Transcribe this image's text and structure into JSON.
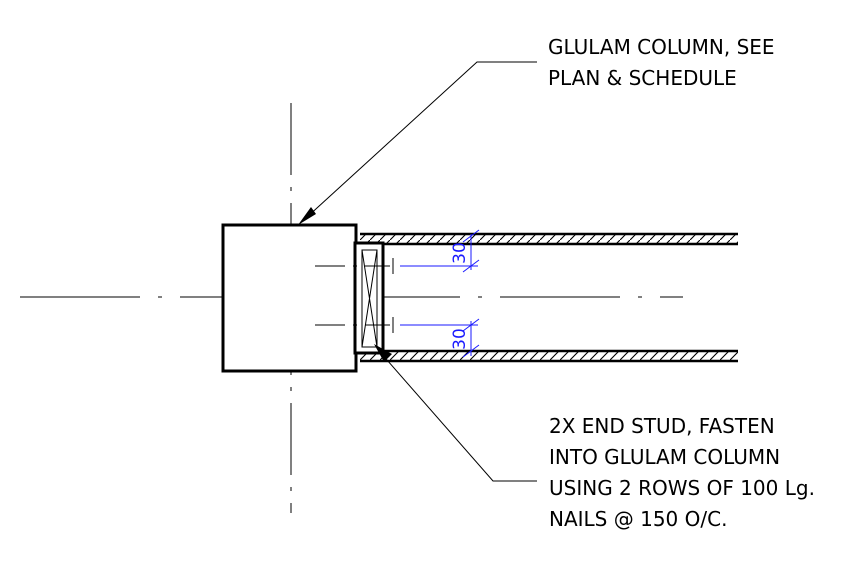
{
  "notes": {
    "column": {
      "lines": [
        "GLULAM COLUMN, SEE",
        "PLAN & SCHEDULE"
      ]
    },
    "stud": {
      "lines": [
        "2X END STUD, FASTEN",
        "INTO GLULAM COLUMN",
        "USING 2 ROWS OF 100 Lg.",
        "NAILS @ 150 O/C."
      ]
    }
  },
  "dimensions": {
    "upper": "30",
    "lower": "30"
  },
  "colors": {
    "linework": "#000000",
    "dimension": "#1a1aff",
    "background": "#ffffff"
  }
}
